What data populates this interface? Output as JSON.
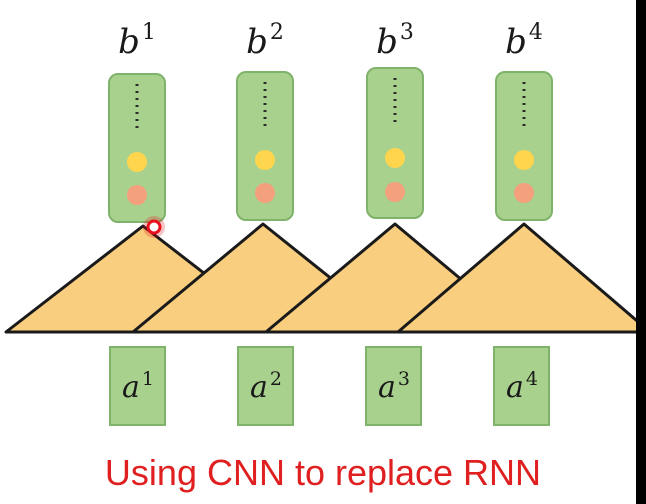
{
  "outputs": [
    {
      "var": "b",
      "index": "1"
    },
    {
      "var": "b",
      "index": "2"
    },
    {
      "var": "b",
      "index": "3"
    },
    {
      "var": "b",
      "index": "4"
    }
  ],
  "inputs": [
    {
      "var": "a",
      "index": "1"
    },
    {
      "var": "a",
      "index": "2"
    },
    {
      "var": "a",
      "index": "3"
    },
    {
      "var": "a",
      "index": "4"
    }
  ],
  "caption": "Using CNN to replace RNN",
  "colors": {
    "vector_fill": "#a9d18e",
    "vector_stroke": "#7fb26a",
    "filter_fill": "#f9cf7f",
    "filter_stroke": "#1a1a1a",
    "yellow_dot": "#ffd54d",
    "red_dot": "#f4a07c",
    "caption": "#e02020",
    "cursor": "#e8101c"
  }
}
